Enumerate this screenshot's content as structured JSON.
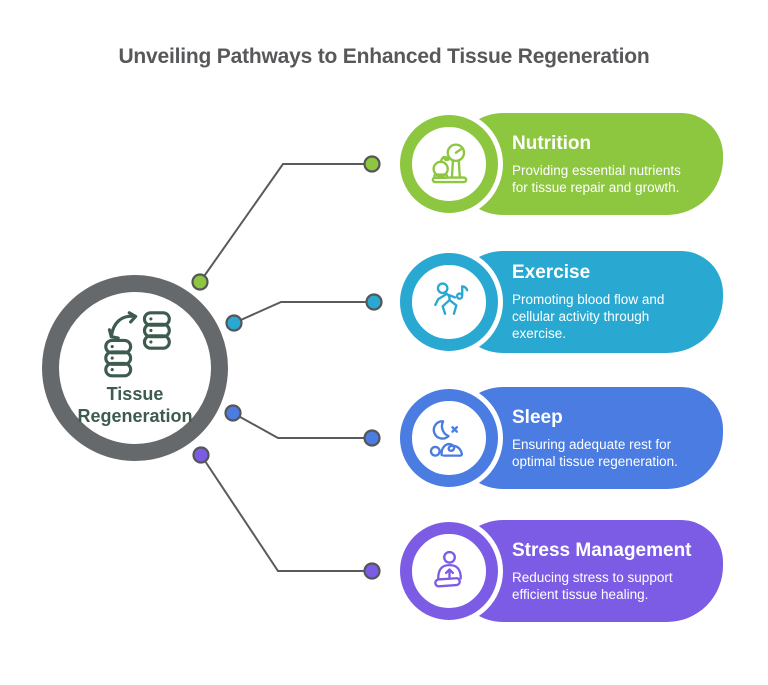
{
  "title": "Unveiling Pathways to Enhanced Tissue Regeneration",
  "hub": {
    "icon": "database-sync-icon",
    "label_line1": "Tissue",
    "label_line2": "Regeneration"
  },
  "items": [
    {
      "label": "Nutrition",
      "description": "Providing essential nutrients for tissue repair and growth.",
      "color": "#8dc63f",
      "icon": "apple-scale-icon"
    },
    {
      "label": "Exercise",
      "description": "Promoting blood flow and cellular activity through exercise.",
      "color": "#29a9d2",
      "icon": "running-person-icon"
    },
    {
      "label": "Sleep",
      "description": "Ensuring adequate rest for optimal tissue regeneration.",
      "color": "#4a7ce2",
      "icon": "sleeping-person-icon"
    },
    {
      "label": "Stress Management",
      "description": "Reducing stress to support efficient tissue healing.",
      "color": "#7d5ce5",
      "icon": "meditating-person-icon"
    }
  ],
  "colors": {
    "background": "#ffffff",
    "title_text": "#57585a",
    "hub_ring": "#66696c",
    "hub_text": "#3e5b4f",
    "hub_icon": "#3e5b4f",
    "connector_line": "#595a5c",
    "dot_outline": "#54565a",
    "pill_text": "#ffffff"
  }
}
